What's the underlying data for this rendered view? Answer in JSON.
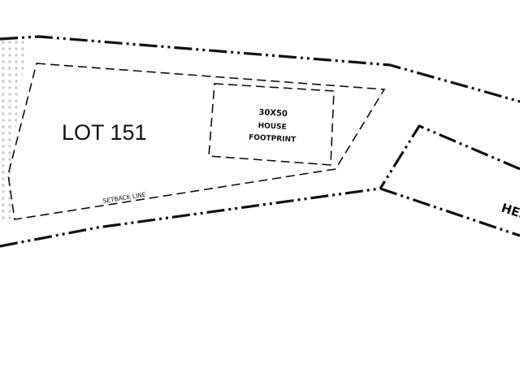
{
  "plan": {
    "lot_label": "LOT 151",
    "footprint_line1": "30X50",
    "footprint_line2": "HOUSE",
    "footprint_line3": "FOOTPRINT",
    "setback_label": "SETBACK LINE",
    "adjacent_label": "HEN"
  },
  "colors": {
    "line": "#111111",
    "hatch": "#b8b8b8",
    "background": "#ffffff"
  }
}
